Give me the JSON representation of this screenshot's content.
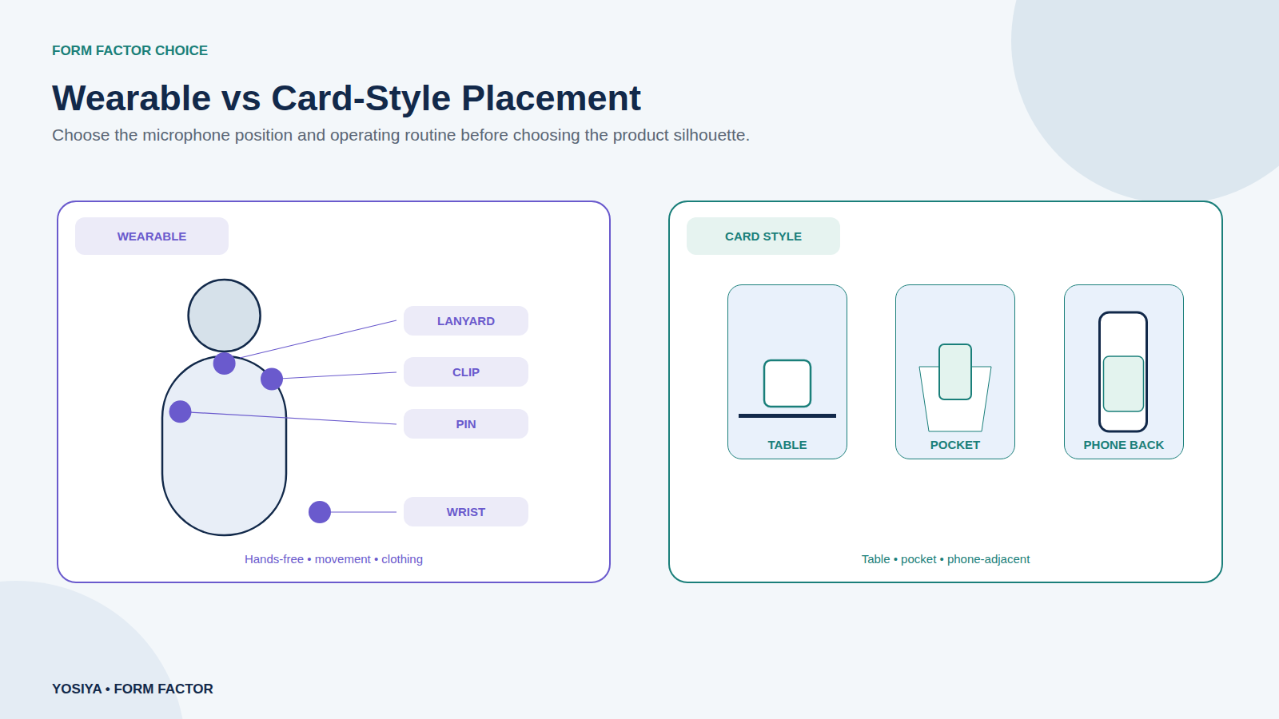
{
  "diagram": {
    "title": "Wearable vs Card-Style Placement",
    "caption": "Choose the microphone position and operating routine before choosing the product silhouette.",
    "nodes": [
      {
        "text": [
          "Hands-free • movement • clothing"
        ]
      },
      {
        "text": [
          "WEARABLE"
        ],
        "in": 0
      },
      {
        "text": [
          "LANYARD"
        ],
        "in": 0
      },
      {
        "text": [
          "CLIP"
        ],
        "in": 0
      },
      {
        "text": [
          "PIN"
        ],
        "in": 0
      },
      {
        "text": [
          "WRIST"
        ],
        "in": 0
      },
      {
        "text": [
          "Table • pocket • phone-adjacent"
        ]
      },
      {
        "text": [
          "CARD STYLE"
        ],
        "in": 6
      },
      {
        "text": [
          "TABLE"
        ],
        "in": 6
      },
      {
        "text": [
          "POCKET"
        ],
        "in": 6
      },
      {
        "text": [
          "PHONE BACK"
        ],
        "in": 6
      }
    ],
    "labels": [
      "FORM FACTOR CHOICE",
      "YOSIYA • FORM FACTOR"
    ]
  }
}
